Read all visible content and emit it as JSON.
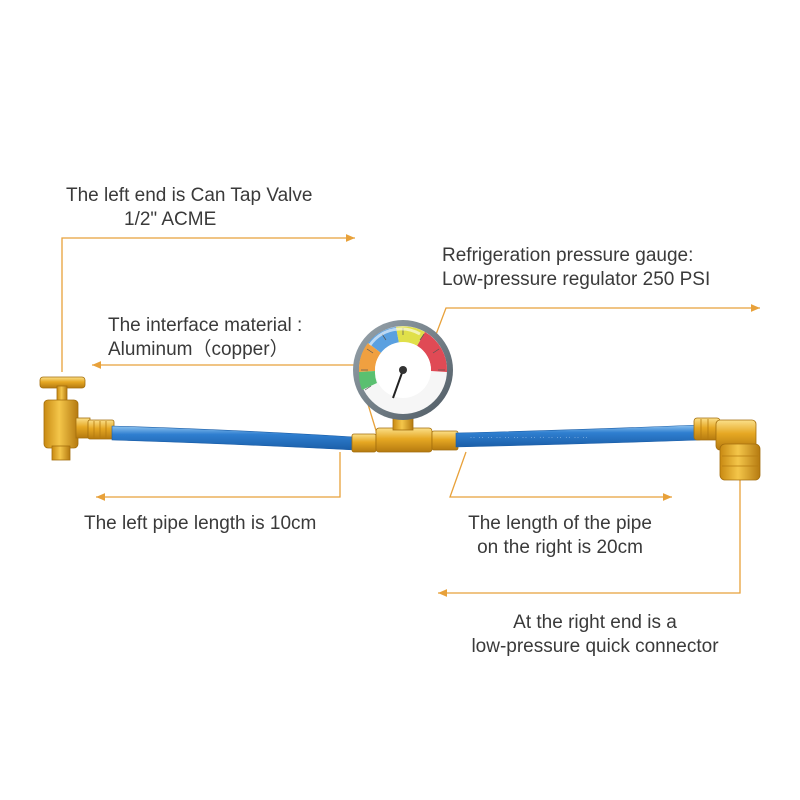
{
  "callouts": {
    "can_tap": {
      "line1": "The left end is Can Tap Valve",
      "line2": "1/2\" ACME"
    },
    "gauge": {
      "line1": "Refrigeration pressure gauge:",
      "line2": "Low-pressure regulator 250 PSI"
    },
    "interface": {
      "line1": "The interface material :",
      "line2": "Aluminum（copper）"
    },
    "left_pipe": {
      "line1": "The left pipe length is 10cm"
    },
    "right_pipe": {
      "line1": "The length of the pipe",
      "line2": "on the right is 20cm"
    },
    "right_end": {
      "line1": "At the right end is a",
      "line2": "low-pressure quick connector"
    }
  },
  "colors": {
    "leader": "#e8a13a",
    "hose": "#2f7fd0",
    "brass": "#e6a823",
    "gauge_bezel": "#6f7c86",
    "text": "#3a3a3a"
  }
}
